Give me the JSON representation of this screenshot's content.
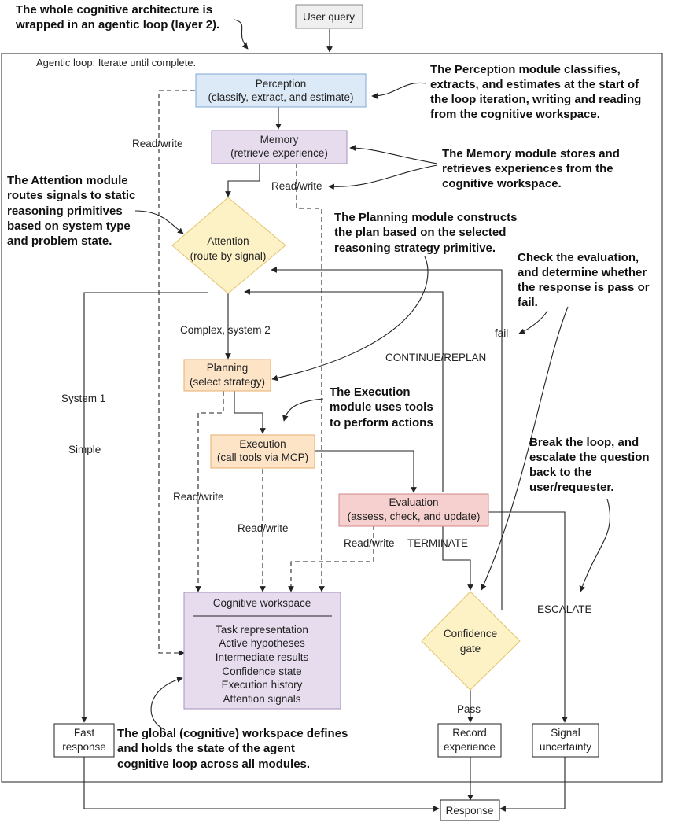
{
  "frame": {
    "label": "Agentic loop: Iterate until complete."
  },
  "colors": {
    "perception_fill": "#dce9f7",
    "perception_stroke": "#7fa8d4",
    "memory_fill": "#e6dcee",
    "memory_stroke": "#a592bd",
    "attention_fill": "#fdf1c6",
    "attention_stroke": "#e2c46e",
    "planning_fill": "#fde4c7",
    "planning_stroke": "#e5ae6d",
    "evaluation_fill": "#f6cfcf",
    "evaluation_stroke": "#d38787",
    "workspace_fill": "#e6dcee",
    "workspace_stroke": "#a592bd",
    "gray_fill": "#efefef",
    "gray_stroke": "#8a8a8a"
  },
  "nodes": {
    "user_query": "User query",
    "perception": {
      "title": "Perception",
      "sub": "(classify, extract, and estimate)"
    },
    "memory": {
      "title": "Memory",
      "sub": "(retrieve experience)"
    },
    "attention": {
      "title": "Attention",
      "sub": "(route by signal)"
    },
    "planning": {
      "title": "Planning",
      "sub": "(select strategy)"
    },
    "execution": {
      "title": "Execution",
      "sub": "(call tools via MCP)"
    },
    "evaluation": {
      "title": "Evaluation",
      "sub": "(assess, check, and update)"
    },
    "confidence_gate": {
      "l1": "Confidence",
      "l2": "gate"
    },
    "fast_response": {
      "l1": "Fast",
      "l2": "response"
    },
    "record_experience": {
      "l1": "Record",
      "l2": "experience"
    },
    "signal_uncertainty": {
      "l1": "Signal",
      "l2": "uncertainty"
    },
    "response": "Response",
    "workspace": {
      "title": "Cognitive workspace",
      "items": [
        "Task representation",
        "Active hypotheses",
        "Intermediate results",
        "Confidence state",
        "Execution history",
        "Attention signals"
      ]
    }
  },
  "edge_labels": {
    "read_write_perception": "Read/write",
    "read_write_memory": "Read/write",
    "complex": "Complex, system 2",
    "system1": "System 1",
    "simple": "Simple",
    "continue": "CONTINUE/REPLAN",
    "fail": "fail",
    "read_write_planning": "Read/write",
    "read_write_execution": "Read/write",
    "read_write_evaluation": "Read/write",
    "terminate": "TERMINATE",
    "escalate": "ESCALATE",
    "pass": "Pass"
  },
  "annotations": {
    "loop": [
      "The whole cognitive architecture is",
      "wrapped in an agentic loop (layer 2)."
    ],
    "perception": [
      "The Perception module classifies,",
      "extracts, and estimates at the start of",
      "the loop iteration, writing and reading",
      "from the cognitive workspace."
    ],
    "memory": [
      "The Memory module stores and",
      "retrieves experiences from the",
      "cognitive workspace."
    ],
    "attention": [
      "The Attention module",
      "routes signals to static",
      "reasoning primitives",
      "based on system type",
      "and problem state."
    ],
    "planning": [
      "The Planning module constructs",
      "the plan based on the selected",
      "reasoning strategy primitive."
    ],
    "check": [
      "Check the evaluation,",
      "and determine whether",
      "the response is pass or",
      "fail."
    ],
    "execution": [
      "The Execution",
      "module uses tools",
      "to perform actions"
    ],
    "escalate": [
      "Break the loop, and",
      "escalate the question",
      "back to the",
      "user/requester."
    ],
    "workspace": [
      "The global (cognitive) workspace defines",
      "and holds the state of the agent",
      "cognitive loop across all modules."
    ]
  }
}
